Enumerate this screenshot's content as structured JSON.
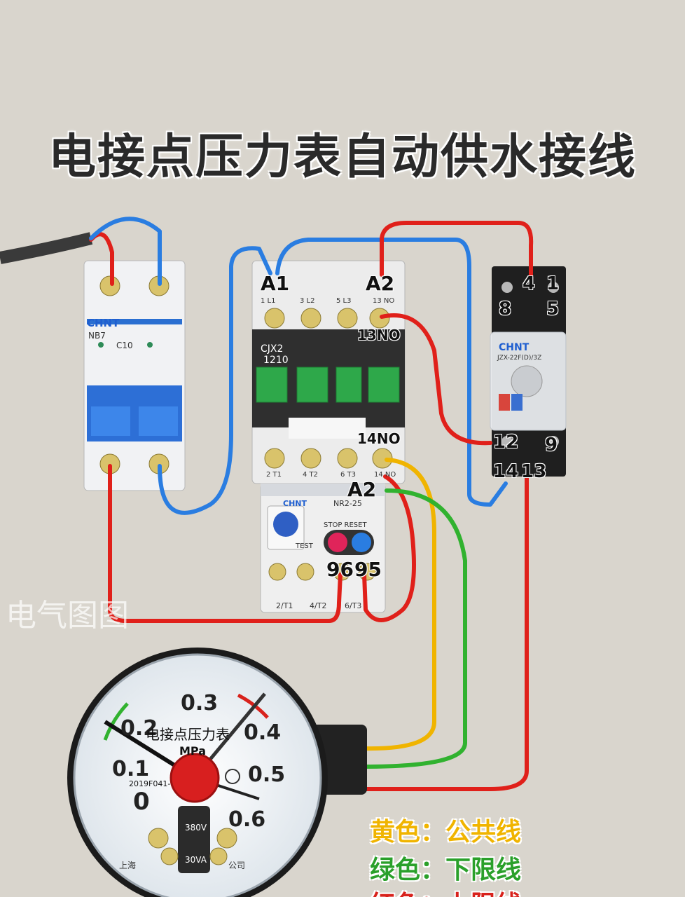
{
  "title": "电接点压力表自动供水接线",
  "watermark": "电气图图",
  "breaker": {
    "brand": "CHNT",
    "model": "NB7",
    "rating": "C10"
  },
  "contactor": {
    "model": "CJX2",
    "model_number": "1210",
    "terminal_a1": "A1",
    "terminal_a2": "A2",
    "top_terminals": [
      "1 L1",
      "3 L2",
      "5 L3",
      "13 NO"
    ],
    "aux_13": "13NO",
    "aux_14": "14NO",
    "bottom_terminals": [
      "2 T1",
      "4 T2",
      "6 T3",
      "14 NO"
    ]
  },
  "overload_relay": {
    "brand": "CHNT",
    "model": "NR2-25",
    "stop_reset": "STOP RESET",
    "test": "TEST",
    "terminal_a2": "A2",
    "terminal_96": "96",
    "terminal_95": "95",
    "outputs": [
      "2/T1",
      "4/T2",
      "6/T3"
    ]
  },
  "relay": {
    "brand": "CHNT",
    "model": "JZX-22F(D)/3Z",
    "terminals": {
      "t4": "4",
      "t1": "1",
      "t8": "8",
      "t5": "5",
      "t12": "12",
      "t9": "9",
      "t14": "14",
      "t13": "13"
    }
  },
  "gauge": {
    "name": "电接点压力表",
    "unit": "MPa",
    "scale": [
      "0",
      "0.1",
      "0.2",
      "0.3",
      "0.4",
      "0.5",
      "0.6"
    ],
    "serial": "2019F041-",
    "voltage": "380V",
    "power": "30VA",
    "maker_fragment": "上海",
    "maker_suffix": "公司"
  },
  "legend": [
    {
      "label": "黄色：公共线",
      "color": "#f0b400"
    },
    {
      "label": "绿色：下限线",
      "color": "#2aa02a"
    },
    {
      "label": "红色：上限线",
      "color": "#d8221c"
    }
  ],
  "colors": {
    "red_wire": "#e0201a",
    "blue_wire": "#2a7de1",
    "yellow_wire": "#f0b400",
    "green_wire": "#31b22f"
  }
}
